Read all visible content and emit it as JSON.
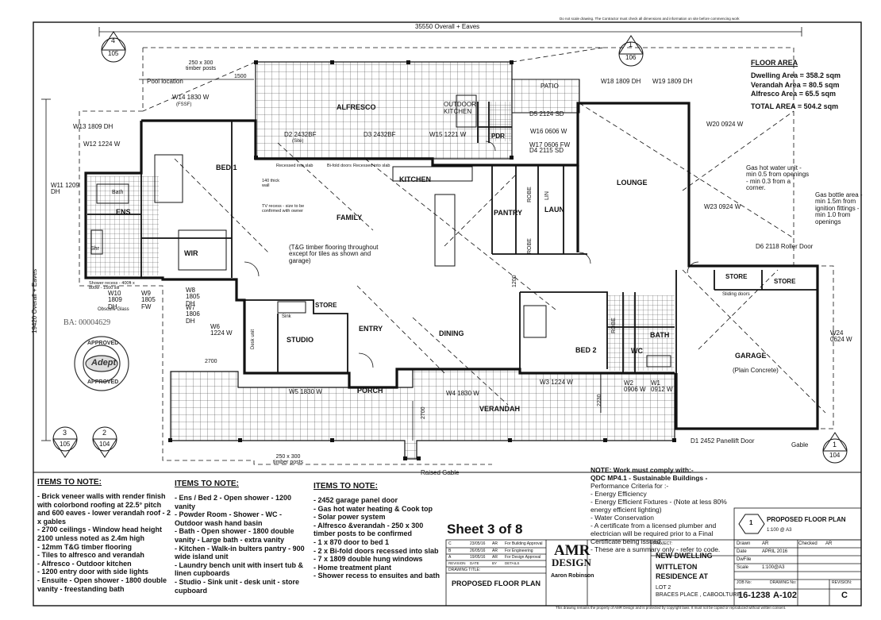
{
  "top_strip": "Do not scale drawing. The Contractor must check all dimensions and information on site before commencing work",
  "overall_dims": {
    "top": "35550 Overall + Eaves",
    "left": "19420 Overall + Eaves",
    "side_1500": "1500",
    "w1200": "1200",
    "w2700a": "2700",
    "w2700b": "2700",
    "w2230": "2230"
  },
  "posts": {
    "top": "250 x 300 timber posts",
    "bottom": "250 x 300 timber posts"
  },
  "markers": [
    {
      "num": "4",
      "ref": "105"
    },
    {
      "num": "1",
      "ref": "106"
    },
    {
      "num": "3",
      "ref": "105"
    },
    {
      "num": "2",
      "ref": "104"
    },
    {
      "num": "1",
      "ref": "104"
    }
  ],
  "rooms": {
    "bed1": "BED 1",
    "alfresco": "ALFRESCO",
    "outdoor_kitchen_1": "OUTDOOR",
    "outdoor_kitchen_2": "KITCHEN",
    "patio": "PATIO",
    "kitchen": "KITCHEN",
    "family": "FAMILY",
    "pantry": "PANTRY",
    "laun": "LAUN",
    "lounge": "LOUNGE",
    "ens": "ENS",
    "wir": "WIR",
    "studio": "STUDIO",
    "entry": "ENTRY",
    "dining": "DINING",
    "bed2": "BED 2",
    "bath": "BATH",
    "wc": "WC",
    "garage": "GARAGE",
    "garage_sub": "(Plain Concrete)",
    "porch": "PORCH",
    "verandah": "VERANDAH",
    "store1": "STORE",
    "store2": "STORE",
    "store3": "STORE",
    "pdr": "PDR",
    "robe1": "ROBE",
    "robe2": "ROBE",
    "robe3": "ROBE",
    "lin": "LIN",
    "bath_small": "Bath",
    "shr": "Shr"
  },
  "windows": [
    "W14 1830 W",
    "W13 1809 DH",
    "W12 1224 W",
    "W11 1209 DH",
    "W10 1809 DH",
    "W9 1805 FW",
    "W8 1805 DH",
    "W7 1806 DH",
    "W6 1224 W",
    "W5 1830 W",
    "W4 1830 W",
    "W3 1224 W",
    "W2 0906 W",
    "W1 0912 W",
    "W24 0624 W",
    "W23 0924 W",
    "W20 0924 W",
    "W18 1809 DH",
    "W19 1809 DH",
    "W16 0606 W",
    "W17 0606 FW",
    "W15 1221 W"
  ],
  "doors": [
    "D2 2432BF",
    "D3 2432BF",
    "D5 2124 SD",
    "D4 2115 SD",
    "D6 2118 Roller Door",
    "D1 2452 Panellift Door"
  ],
  "labels": {
    "pool_location": "Pool location",
    "fssf": "(FSSF)",
    "site": "(Site)",
    "recessed1": "Recessed into slab",
    "bifold": "Bi-fold doors",
    "recessed2": "Recessed into slab",
    "flooring": "(T&G timber flooring throughout except for tiles as shown and garage)",
    "tv_recess": "TV recess - size to be confirmed with owner",
    "thick_wall": "140 thick wall",
    "gas_hot": "Gas hot water unit - min 0.5 from openings - min 0.3 from a corner.",
    "gas_bottle": "Gas bottle area - min 1.5m from ignition fittings - min 1.0 from openings",
    "shower_recess": "Shower recess - 400ft x 800w - 1500 sill",
    "raised_gable": "Raised Gable",
    "gable": "Gable",
    "ba": "BA: 00004629",
    "sink": "Sink",
    "desk": "Desk unit",
    "sliding": "Sliding doors",
    "obscure": "Obscure Glass"
  },
  "stamp": {
    "top": "APPROVED",
    "mid": "Adept",
    "bottom": "APPROVED"
  },
  "floor_area": {
    "title": "FLOOR AREA",
    "dwelling": "Dwelling Area = 358.2 sqm",
    "verandah": "Verandah Area = 80.5 sqm",
    "alfresco": "Alfresco Area = 65.5 sqm",
    "total": "TOTAL AREA = 504.2 sqm"
  },
  "items_heading": "ITEMS TO NOTE:",
  "items_col1": [
    "- Brick veneer walls with render finish with colorbond roofing at 22.5° pitch and 600 eaves - lower verandah roof - 2 x gables",
    "- 2700 ceilings - Window head height 2100 unless noted as 2.4m high",
    "- 12mm T&G timber flooring",
    "- Tiles to alfresco and verandah",
    "- Alfresco - Outdoor kitchen",
    "- 1200 entry door with side lights",
    "- Ensuite - Open shower - 1800 double vanity - freestanding bath"
  ],
  "items_col2": [
    "- Ens / Bed 2 - Open shower - 1200 vanity",
    "- Powder Room - Shower - WC - Outdoor wash hand basin",
    "- Bath - Open shower - 1800 double vanity - Large bath - extra vanity",
    "- Kitchen - Walk-in bulters pantry - 900 wide island unit",
    "- Laundry bench unit with insert tub & linen cupboards",
    "- Studio - Sink unit - desk unit - store cupboard"
  ],
  "items_col3": [
    "- 2452 garage panel door",
    "- Gas hot water heating & Cook top",
    "- Solar power system",
    "- Alfresco &verandah - 250 x 300 timber posts to be confirmed",
    "- 1 x 870 door to bed 1",
    "- 2 x Bi-fold doors recessed into slab",
    "- 7 x 1809 double hung windows",
    "- Home treatment plant",
    "- Shower recess to ensuites and bath"
  ],
  "qdc": {
    "title": "NOTE: Work must comply with:-",
    "line2": "QDC MP4.1 - Sustainable Buildings -",
    "lines": [
      "Performance Criteria for :-",
      "- Energy Efficiency",
      "- Energy Efficient Fixtures - (Note at less 80% energy efficient lighting)",
      "- Water Conservation",
      "- A certificate from a licensed plumber and electrician will be required prior to a Final Certificate being issued.",
      "- These are a summary only - refer to code."
    ]
  },
  "title_block": {
    "sheet": "Sheet 3 of 8",
    "proposed_plan_label": "PROPOSED FLOOR PLAN",
    "proposed_plan_num": "1",
    "scale": "1:100 @ A3",
    "drawing_title": "PROPOSED FLOOR PLAN",
    "drawing_title_hdr": "DRAWING TITLE:",
    "amr1": "AMR",
    "amr2": "DESIGN",
    "designer": "Aaron Robinson",
    "project_hdr": "PROJECT:",
    "project1": "NEW DWELLING",
    "project2": "WITTLETON",
    "project3": "RESIDENCE AT",
    "lot": "LOT 2",
    "street": "BRACES PLACE , CABOOLTURE",
    "job_no": "16-1238",
    "drawing_no": "A-102",
    "revision": "C",
    "job_hdr": "JOB No:",
    "drawing_hdr": "DRAWING No:",
    "revision_hdr": "REVISION:",
    "drawn": "Drawn",
    "drawn_val": "AR",
    "checked": "Checked",
    "checked_val": "AR",
    "date": "Date",
    "date_val": "APRIL 2016",
    "dwfile": "DwFile",
    "scale_lbl": "Scale",
    "scale_val": "1:100@A3",
    "revisions": [
      {
        "rev": "C",
        "date": "23/05/16",
        "by": "AR",
        "desc": "For Building Approval"
      },
      {
        "rev": "B",
        "date": "26/05/16",
        "by": "AR",
        "desc": "For Engineering"
      },
      {
        "rev": "A",
        "date": "19/05/16",
        "by": "AR",
        "desc": "For Design Approval"
      },
      {
        "rev": "REVISION",
        "date": "DATE",
        "by": "BY",
        "desc": "DETAILS"
      }
    ]
  },
  "copyright": "This drawing remains the property of AMR Design and is protected by copyright laws. It must not be copied or reproduced without written consent."
}
